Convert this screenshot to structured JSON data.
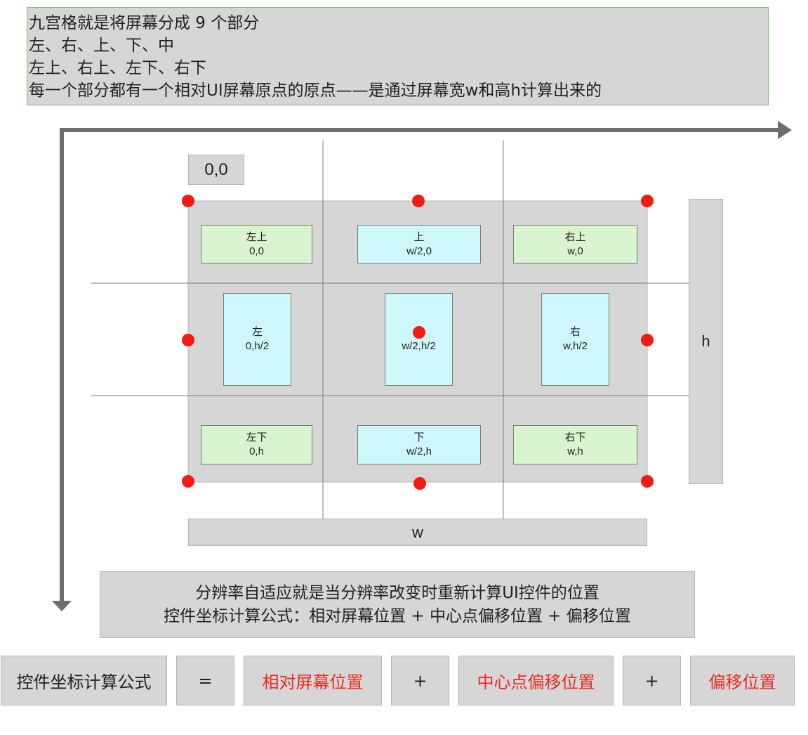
{
  "intro": {
    "lines": [
      "九宫格就是将屏幕分成 9 个部分",
      "左、右、上、下、中",
      "左上、右上、左下、右下",
      "每一个部分都有一个相对UI屏幕原点的原点——是通过屏幕宽w和高h计算出来的"
    ]
  },
  "origin_label": "0,0",
  "cells": {
    "top_left": {
      "name": "左上",
      "coord": "0,0"
    },
    "top": {
      "name": "上",
      "coord": "w/2,0"
    },
    "top_right": {
      "name": "右上",
      "coord": "w,0"
    },
    "left": {
      "name": "左",
      "coord": "0,h/2"
    },
    "center": {
      "name": "",
      "coord": "w/2,h/2"
    },
    "right": {
      "name": "右",
      "coord": "w,h/2"
    },
    "bottom_left": {
      "name": "左下",
      "coord": "0,h"
    },
    "bottom": {
      "name": "下",
      "coord": "w/2,h"
    },
    "bottom_right": {
      "name": "右下",
      "coord": "w,h"
    }
  },
  "width_label": "w",
  "height_label": "h",
  "summary": {
    "line1": "分辨率自适应就是当分辨率改变时重新计算UI控件的位置",
    "line2": "控件坐标计算公式：相对屏幕位置 + 中心点偏移位置 + 偏移位置"
  },
  "formula": {
    "lhs": "控件坐标计算公式",
    "equals": "=",
    "term1": "相对屏幕位置",
    "plus1": "+",
    "term2": "中心点偏移位置",
    "plus2": "+",
    "term3": "偏移位置"
  },
  "colors": {
    "panel": "#d6d6d6",
    "anchor_dot": "#f21b12",
    "corner_cell": "#d9f5cf",
    "edge_cell": "#cdf7fb",
    "formula_term": "#ea2a1d",
    "axis": "#6e6e6e"
  }
}
